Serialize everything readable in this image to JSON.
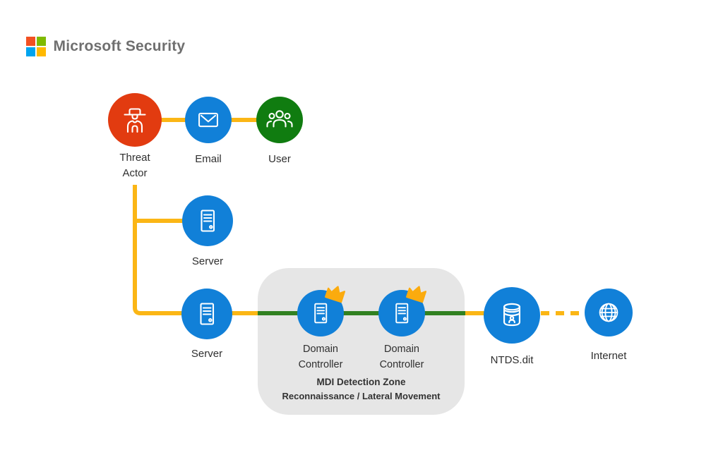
{
  "brand": {
    "title": "Microsoft Security",
    "logo_squares": [
      "#f25022",
      "#7fba00",
      "#00a4ef",
      "#ffb900"
    ]
  },
  "nodes": {
    "threat_actor": {
      "label": "Threat Actor",
      "icon": "threat-actor-icon",
      "color": "#e23b10"
    },
    "email": {
      "label": "Email",
      "icon": "email-icon",
      "color": "#1180d8"
    },
    "user": {
      "label": "User",
      "icon": "user-group-icon",
      "color": "#107c10"
    },
    "server_1": {
      "label": "Server",
      "icon": "server-icon",
      "color": "#1180d8"
    },
    "server_2": {
      "label": "Server",
      "icon": "server-icon",
      "color": "#1180d8"
    },
    "domain_controller_1": {
      "label": "Domain Controller",
      "icon": "server-icon",
      "badge": "crown-icon",
      "color": "#1180d8"
    },
    "domain_controller_2": {
      "label": "Domain Controller",
      "icon": "server-icon",
      "badge": "crown-icon",
      "color": "#1180d8"
    },
    "ntds": {
      "label": "NTDS.dit",
      "icon": "database-user-icon",
      "color": "#1180d8"
    },
    "internet": {
      "label": "Internet",
      "icon": "globe-icon",
      "color": "#1180d8"
    }
  },
  "zone": {
    "title": "MDI Detection Zone",
    "subtitle": "Reconnaissance / Lateral Movement",
    "background": "#e6e6e6"
  },
  "edges": [
    {
      "from": "threat-actor",
      "to": "email",
      "style": "solid",
      "color": "#fbb615"
    },
    {
      "from": "email",
      "to": "user",
      "style": "solid",
      "color": "#fbb615"
    },
    {
      "from": "threat-actor",
      "to": "server-1",
      "style": "solid",
      "color": "#fbb615"
    },
    {
      "from": "threat-actor",
      "to": "server-2",
      "style": "solid",
      "color": "#fbb615"
    },
    {
      "from": "server-2",
      "to": "domain-controller-1",
      "style": "solid",
      "color": "#fbb615 then #318121 inside zone"
    },
    {
      "from": "domain-controller-1",
      "to": "domain-controller-2",
      "style": "solid",
      "color": "#318121"
    },
    {
      "from": "domain-controller-2",
      "to": "ntds-dit",
      "style": "solid",
      "color": "#318121 then #fbb615 outside zone"
    },
    {
      "from": "ntds-dit",
      "to": "internet",
      "style": "dashed",
      "color": "#fbb615"
    }
  ],
  "colors": {
    "connector_yellow": "#fbb615",
    "connector_green": "#318121",
    "node_blue": "#1180d8",
    "node_red": "#e23b10",
    "node_green": "#107c10",
    "crown_gold": "#fbab0e",
    "zone_gray": "#e6e6e6",
    "label_text": "#2f2f2f",
    "brand_text": "#6f6f6f"
  }
}
